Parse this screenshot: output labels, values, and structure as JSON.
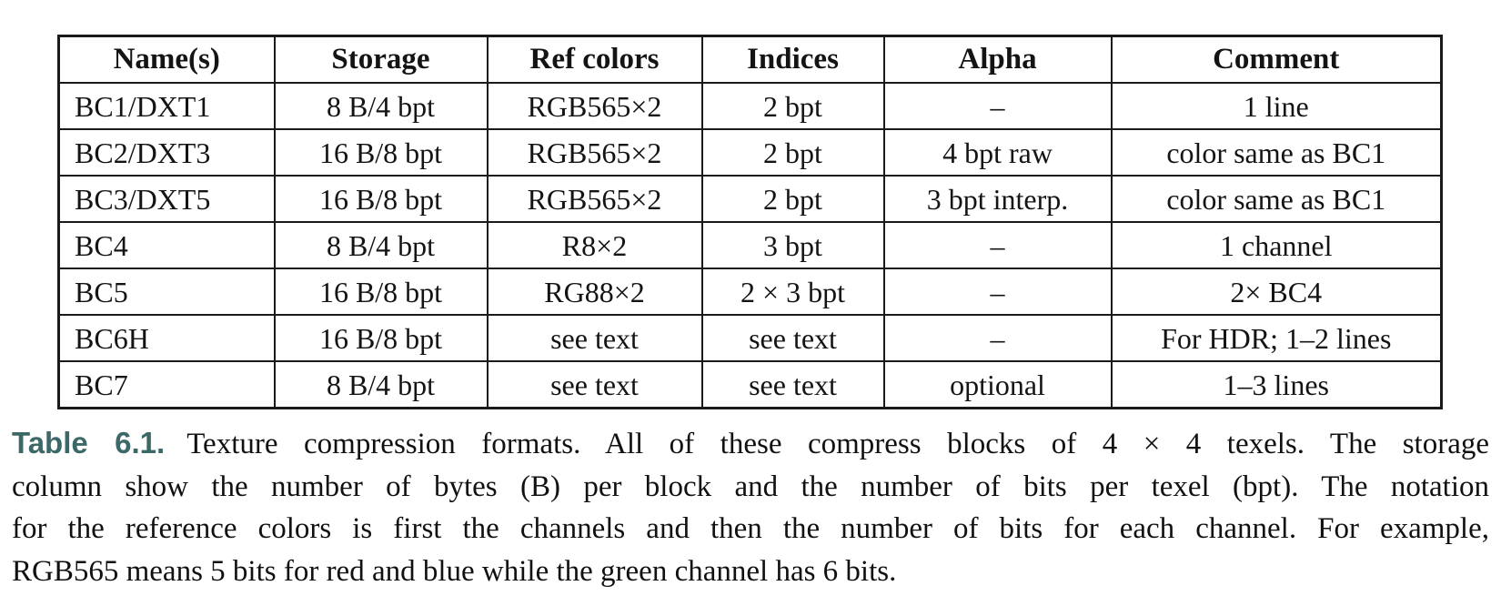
{
  "table": {
    "columns": [
      "Name(s)",
      "Storage",
      "Ref colors",
      "Indices",
      "Alpha",
      "Comment"
    ],
    "rows": [
      [
        "BC1/DXT1",
        "8 B/4 bpt",
        "RGB565×2",
        "2 bpt",
        "–",
        "1 line"
      ],
      [
        "BC2/DXT3",
        "16 B/8 bpt",
        "RGB565×2",
        "2 bpt",
        "4 bpt raw",
        "color same as BC1"
      ],
      [
        "BC3/DXT5",
        "16 B/8 bpt",
        "RGB565×2",
        "2 bpt",
        "3 bpt interp.",
        "color same as BC1"
      ],
      [
        "BC4",
        "8 B/4 bpt",
        "R8×2",
        "3 bpt",
        "–",
        "1 channel"
      ],
      [
        "BC5",
        "16 B/8 bpt",
        "RG88×2",
        "2 × 3 bpt",
        "–",
        "2× BC4"
      ],
      [
        "BC6H",
        "16 B/8 bpt",
        "see text",
        "see text",
        "–",
        "For HDR; 1–2 lines"
      ],
      [
        "BC7",
        "8 B/4 bpt",
        "see text",
        "see text",
        "optional",
        "1–3 lines"
      ]
    ]
  },
  "caption": {
    "label": "Table 6.1.",
    "label_color": "#3d6868",
    "lines": [
      "Texture compression formats.  All of these compress blocks of 4 × 4 texels.  The storage",
      "column show the number of bytes (B) per block and the number of bits per texel (bpt).  The notation",
      "for the reference colors is first the channels and then the number of bits for each channel.  For example,",
      "RGB565 means 5 bits for red and blue while the green channel has 6 bits."
    ]
  }
}
